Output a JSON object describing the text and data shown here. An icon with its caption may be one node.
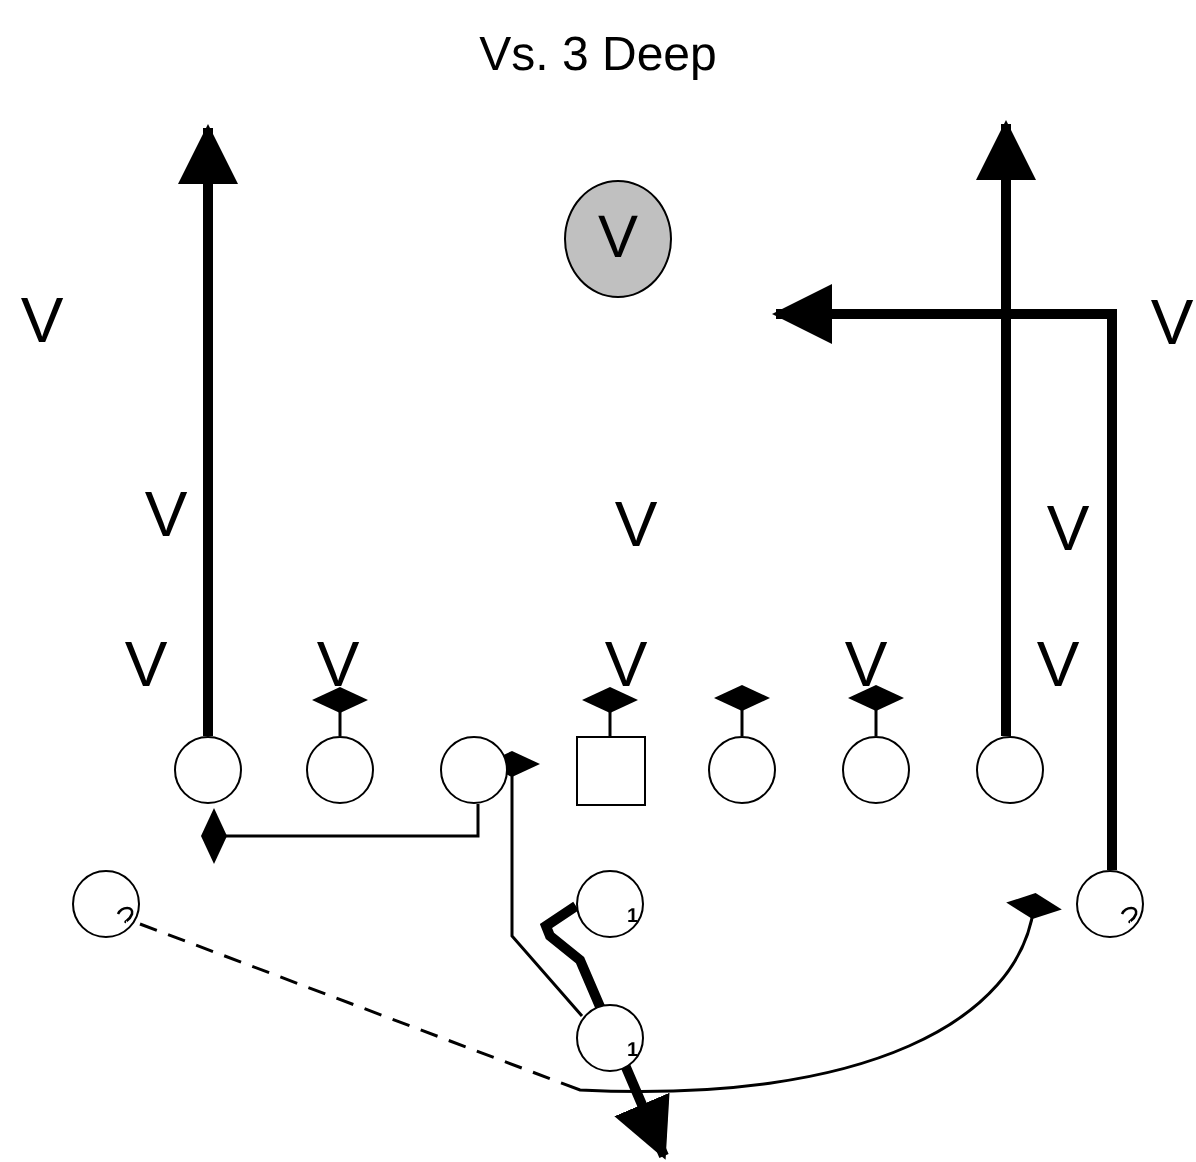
{
  "diagram": {
    "title": "Vs. 3 Deep",
    "nodes": [
      {
        "text": [
          "V"
        ]
      },
      {
        "text": [
          "V"
        ]
      },
      {
        "text": [
          "V"
        ]
      },
      {
        "text": [
          "V"
        ]
      },
      {
        "text": [],
        "shape": "circle"
      },
      {
        "text": [],
        "shape": "circle"
      },
      {
        "text": [],
        "shape": "circle"
      },
      {
        "text": [],
        "shape": "box"
      },
      {
        "text": [],
        "shape": "circle"
      },
      {
        "text": [],
        "shape": "circle"
      },
      {
        "text": [],
        "shape": "circle"
      },
      {
        "text": [],
        "shape": "circle"
      },
      {
        "text": [
          "1"
        ]
      },
      {
        "text": [],
        "shape": "circle"
      },
      {
        "text": [
          "1"
        ]
      }
    ],
    "edges": [
      {
        "from": 4,
        "to": null,
        "arrow": "to",
        "style": "thick"
      },
      {
        "from": 10,
        "to": null,
        "arrow": "to",
        "style": "thick"
      },
      {
        "from": 13,
        "to": null,
        "arrow": "to",
        "style": "thick"
      },
      {
        "from": 5,
        "to": 1,
        "arrow": "other"
      },
      {
        "from": 6,
        "to": 4,
        "arrow": "other"
      },
      {
        "from": 7,
        "to": 2,
        "arrow": "other"
      },
      {
        "from": 8,
        "to": null,
        "arrow": "other"
      },
      {
        "from": 9,
        "to": 3,
        "arrow": "other"
      },
      {
        "from": 14,
        "to": 6,
        "arrow": "other"
      },
      {
        "from": 12,
        "to": null,
        "arrow": "to",
        "style": "thick"
      },
      {
        "from": 11,
        "to": 13,
        "arrow": "other",
        "style": "dashed"
      }
    ],
    "labels": [
      "V",
      "V",
      "V",
      "V",
      "V",
      "V",
      "V"
    ]
  }
}
